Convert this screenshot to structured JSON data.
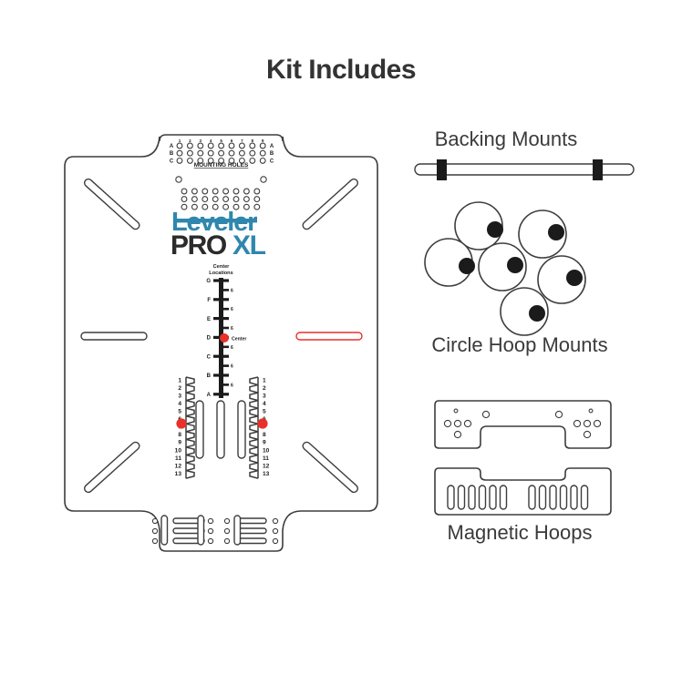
{
  "page": {
    "title": "Kit Includes",
    "background": "#ffffff",
    "text_color": "#333333"
  },
  "colors": {
    "brand_blue": "#2f87ad",
    "brand_dark": "#2b2b2b",
    "outline": "#3d3d3d",
    "marker_red": "#e8312a",
    "accent_red_outline": "#e8312a"
  },
  "product_board": {
    "name": "Leveler PRO XL board",
    "logo": {
      "word_top": "Leveler",
      "word_bottom_dark": "PRO",
      "word_bottom_blue": "XL"
    },
    "mounting_holes_label": "MOUNTING HOLES",
    "top_grid": {
      "row_labels_left": [
        "A",
        "B",
        "C"
      ],
      "row_labels_right": [
        "A",
        "B",
        "C"
      ],
      "column_ticks": [
        "1",
        "2",
        "3",
        "4",
        "5",
        "6",
        "7",
        "8",
        "9"
      ],
      "columns": 9,
      "rows": 3
    },
    "lower_grid": {
      "columns": 8,
      "rows": 3
    },
    "center_scale": {
      "title_line1": "Center",
      "title_line2": "Locations",
      "major_labels": [
        "G",
        "F",
        "E",
        "D",
        "C",
        "B",
        "A"
      ],
      "minor_labels": [
        "6",
        "6",
        "6",
        "6",
        "6",
        "6"
      ],
      "center_marker_label": "Center",
      "center_marker_at": "D",
      "marker_color": "#e8312a"
    },
    "left_ruler": {
      "labels": [
        "1",
        "2",
        "3",
        "4",
        "5",
        "6",
        "7",
        "8",
        "9",
        "10",
        "11",
        "12",
        "13"
      ],
      "marker_at": "6",
      "marker_color": "#e8312a"
    },
    "right_ruler": {
      "labels": [
        "1",
        "2",
        "3",
        "4",
        "5",
        "6",
        "7",
        "8",
        "9",
        "10",
        "11",
        "12",
        "13"
      ],
      "marker_at": "6",
      "marker_color": "#e8312a"
    },
    "slots": {
      "diagonal_count": 4,
      "horizontal_count": 2,
      "highlighted_horizontal": "right",
      "center_vertical_count": 3,
      "bottom_horizontal_slot_groups": 2,
      "bottom_vertical_slots": 3
    }
  },
  "kit_items": [
    {
      "id": "backing-mounts",
      "label": "Backing Mounts",
      "shape": "horizontal bar with two dark blocks",
      "block_count": 2
    },
    {
      "id": "circle-hoop-mounts",
      "label": "Circle Hoop Mounts",
      "shape": "circles each with a dark dot",
      "circle_count": 6
    },
    {
      "id": "magnetic-hoops",
      "label": "Magnetic Hoops",
      "shape": "two bracket plates, upper with holes, lower with comb slots",
      "piece_count": 2
    }
  ]
}
